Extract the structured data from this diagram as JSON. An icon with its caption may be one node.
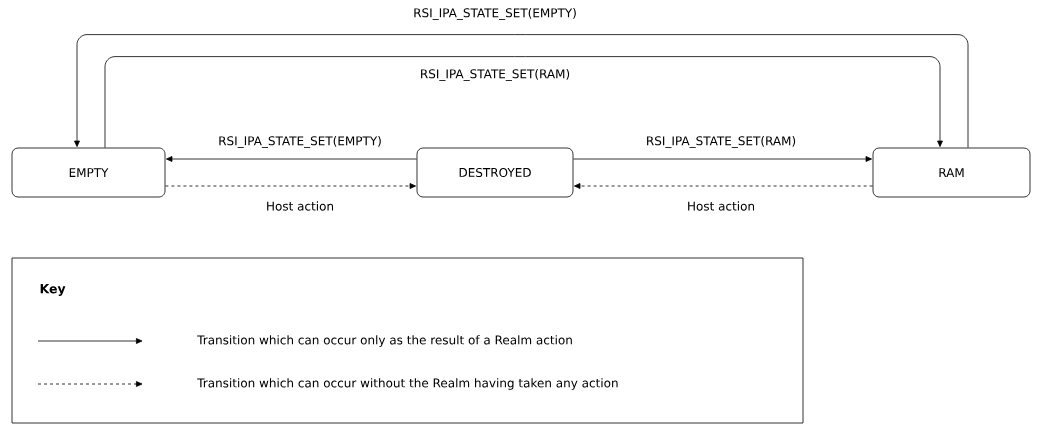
{
  "diagram": {
    "nodes": [
      {
        "text": [
          "EMPTY"
        ]
      },
      {
        "text": [
          "DESTROYED"
        ]
      },
      {
        "text": [
          "RAM"
        ]
      }
    ],
    "edges": [
      {
        "from": 1,
        "to": 0,
        "arrow": "to",
        "label": "RSI_IPA_STATE_SET(EMPTY)"
      },
      {
        "from": 0,
        "to": 1,
        "arrow": "to",
        "label": "Host action",
        "style": "dashed"
      },
      {
        "from": 1,
        "to": 2,
        "arrow": "to",
        "label": "RSI_IPA_STATE_SET(RAM)"
      },
      {
        "from": 2,
        "to": 1,
        "arrow": "to",
        "label": "Host action",
        "style": "dashed"
      },
      {
        "from": 2,
        "to": 0,
        "arrow": "to",
        "label": "RSI_IPA_STATE_SET(EMPTY)"
      },
      {
        "from": 0,
        "to": 2,
        "arrow": "to",
        "label": "RSI_IPA_STATE_SET(RAM)"
      }
    ],
    "labels": [
      "Key"
    ],
    "legend": [
      {
        "text": "Transition which can occur only as the result of a Realm action"
      },
      {
        "text": "Transition which can occur without the Realm having taken any action"
      }
    ]
  }
}
